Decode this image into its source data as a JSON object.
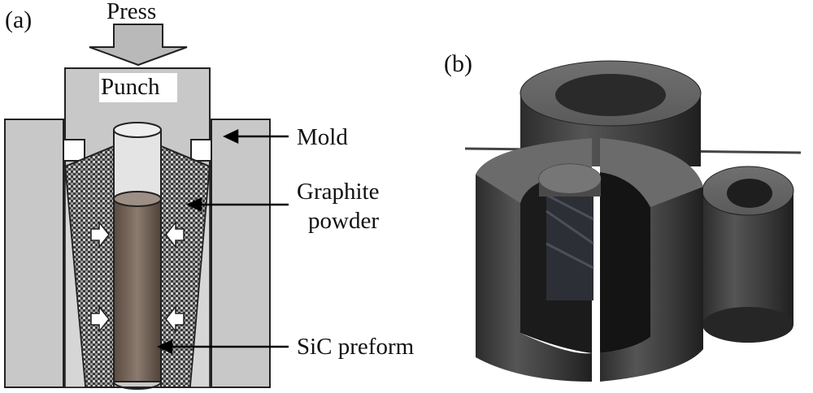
{
  "panel_a": {
    "label": "(a)",
    "press": "Press",
    "punch": "Punch",
    "mold": "Mold",
    "graphite_line1": "Graphite",
    "graphite_line2": "powder",
    "preform": "SiC preform"
  },
  "panel_b": {
    "label": "(b)"
  }
}
